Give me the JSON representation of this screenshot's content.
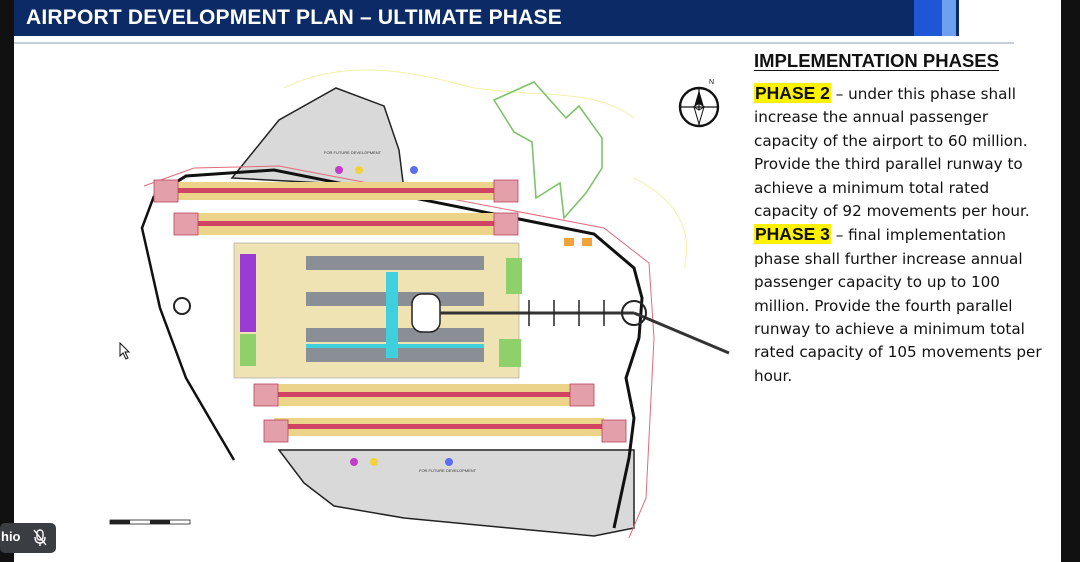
{
  "slide": {
    "title": "AIRPORT DEVELOPMENT PLAN – ULTIMATE PHASE",
    "heading": "IMPLEMENTATION PHASES",
    "phases": [
      {
        "label": "PHASE 2",
        "text": " – under this phase shall increase the annual passenger capacity of the airport to 60 million. Provide the third parallel runway to achieve a minimum total rated capacity of 92 movements per hour."
      },
      {
        "label": "PHASE 3",
        "text": " – final implementation phase shall further increase annual passenger capacity to up to 100 million. Provide the fourth parallel runway to achieve a minimum total rated capacity of 105 movements per hour."
      }
    ],
    "compass_letter": "N",
    "map_labels": {
      "north_dev": "FOR FUTURE DEVELOPMENT",
      "south_dev": "FOR FUTURE DEVELOPMENT"
    }
  },
  "participant": {
    "name": "hio",
    "mic_status_icon": "mic-muted-icon"
  },
  "colors": {
    "title_bar": "#0b2a66",
    "highlight": "#fff200",
    "runway": "#c93a56",
    "taxiway": "#e9c86a",
    "terminal": "#3fd0de",
    "purple_block": "#9a3bd3",
    "green_block": "#8ed16a"
  }
}
